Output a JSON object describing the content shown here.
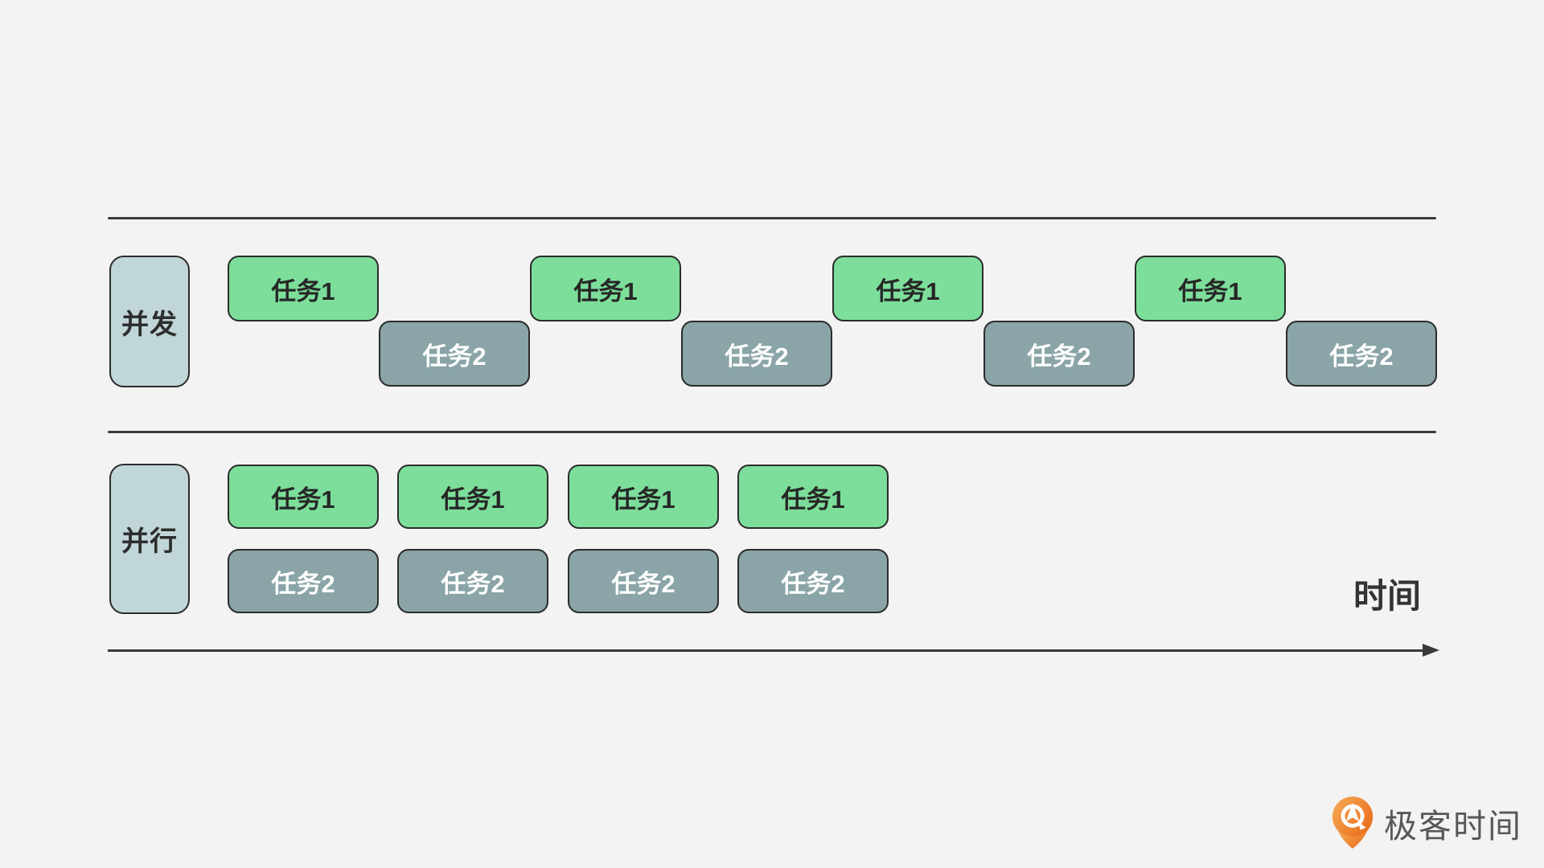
{
  "colors": {
    "background": "#f2f3f2",
    "task1_fill": "#7cde9a",
    "task2_fill": "#8aa4a7",
    "label_fill": "#c1d6d8",
    "line": "#3a3a3a",
    "task1_text": "#262626",
    "task2_text": "#ffffff",
    "logo_orange": "#ee7b26"
  },
  "concurrency": {
    "label": "并发",
    "tasks": [
      {
        "label": "任务1",
        "type": "task1"
      },
      {
        "label": "任务2",
        "type": "task2"
      },
      {
        "label": "任务1",
        "type": "task1"
      },
      {
        "label": "任务2",
        "type": "task2"
      },
      {
        "label": "任务1",
        "type": "task1"
      },
      {
        "label": "任务2",
        "type": "task2"
      },
      {
        "label": "任务1",
        "type": "task1"
      },
      {
        "label": "任务2",
        "type": "task2"
      }
    ]
  },
  "parallel": {
    "label": "并行",
    "row1": [
      "任务1",
      "任务1",
      "任务1",
      "任务1"
    ],
    "row2": [
      "任务2",
      "任务2",
      "任务2",
      "任务2"
    ]
  },
  "axis": {
    "label": "时间"
  },
  "logo": {
    "text": "极客时间",
    "icon": "geektime-pin-icon"
  }
}
